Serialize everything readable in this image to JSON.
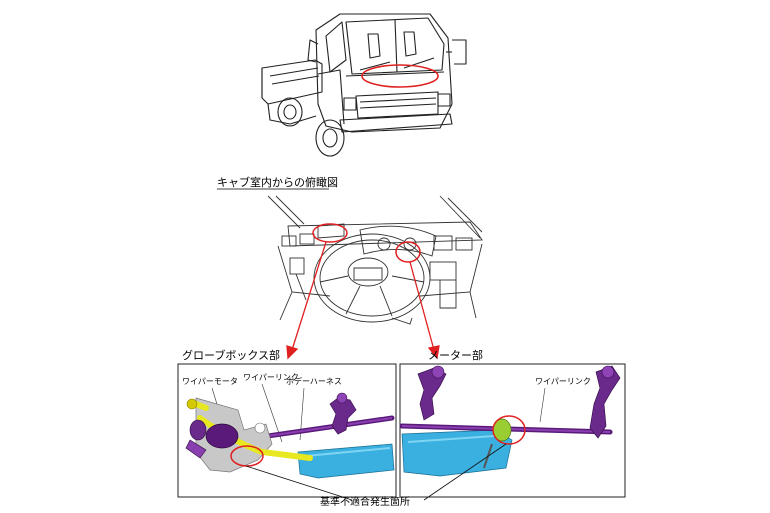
{
  "cab_view_title": "キャブ室内からの俯瞰図",
  "glovebox_panel": {
    "title": "グローブボックス部",
    "label_wiper_motor": "ワイパーモータ",
    "label_wiper_link": "ワイパーリンク",
    "label_body_harness": "ボデーハーネス"
  },
  "meter_panel": {
    "title": "メーター部",
    "label_wiper_link": "ワイパーリンク"
  },
  "nonconformity_label": "基準不適合発生箇所",
  "colors": {
    "highlight_red": "#e02020",
    "link_purple": "#5a1a7a",
    "duct_blue": "#3ab0e0",
    "harness_yellow": "#e8e820",
    "bracket_gray": "#c8c8c8",
    "motor_green": "#9acd32"
  }
}
